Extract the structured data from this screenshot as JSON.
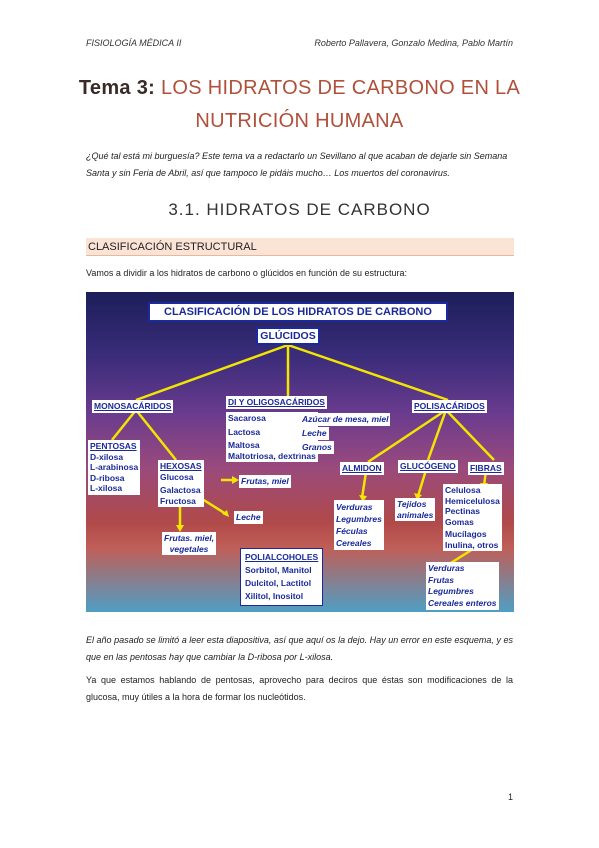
{
  "header": {
    "left": "FISIOLOGÍA MÉDICA II",
    "right": "Roberto Pallavera, Gonzalo Medina, Pablo Martín"
  },
  "title": {
    "tema": "Tema 3:",
    "rest": "LOS HIDRATOS DE CARBONO EN LA NUTRICIÓN HUMANA"
  },
  "intro": "¿Qué tal está mi burguesía? Este tema va a redactarlo un Sevillano al que acaban de dejarle sin Semana Santa y sin Feria de Abril, así que tampoco le pidáis mucho… Los muertos del coronavirus.",
  "section_heading": "3.1. HIDRATOS DE CARBONO",
  "subsection": "CLASIFICACIÓN ESTRUCTURAL",
  "paragraph1": "Vamos a dividir a los hidratos de carbono o glúcidos en función de su estructura:",
  "diagram": {
    "title": "CLASIFICACIÓN DE LOS HIDRATOS DE CARBONO",
    "root": "GLÚCIDOS",
    "mono": "MONOSACÁRIDOS",
    "dioligo": "DI Y OLIGOSACÁRIDOS",
    "poli": "POLISACÁRIDOS",
    "pentosas": "PENTOSAS",
    "pentosas_items": [
      "D-xilosa",
      "L-arabinosa",
      "D-ribosa",
      "L-xilosa"
    ],
    "hexosas": "HEXOSAS",
    "hexosas_items": [
      "Glucosa",
      "Galactosa",
      "Fructosa"
    ],
    "frutas_miel": "Frutas, miel",
    "leche_hex": "Leche",
    "frutas_miel_veg": [
      "Frutas. miel,",
      "vegetales"
    ],
    "di_items": [
      "Sacarosa",
      "Lactosa",
      "Maltosa",
      "Maltotriosa, dextrinas"
    ],
    "di_sources": [
      "Azúcar de mesa, miel",
      "Leche",
      "Granos"
    ],
    "polialcoholes": [
      "POLIALCOHOLES",
      "Sorbitol, Manitol",
      "Dulcitol, Lactitol",
      "Xilitol, Inositol"
    ],
    "almidon": "ALMIDON",
    "glucogeno": "GLUCÓGENO",
    "fibras": "FIBRAS",
    "almidon_sources": [
      "Verduras",
      "Legumbres",
      "Féculas",
      "Cereales"
    ],
    "glucogeno_sources": [
      "Tejidos",
      "animales"
    ],
    "fibras_items": [
      "Celulosa",
      "Hemicelulosa",
      "Pectinas",
      "Gomas",
      "Mucílagos",
      "Inulina, otros"
    ],
    "fibras_sources": [
      "Verduras",
      "Frutas",
      "Legumbres",
      "Cereales enteros"
    ]
  },
  "paragraph2": "El año pasado se limitó a leer esta diapositiva, así que aquí os la dejo. Hay un error en este esquema, y es que en las pentosas hay que cambiar la D-ribosa por L-xilosa.",
  "paragraph3": "Ya que estamos hablando de pentosas, aprovecho para deciros que éstas son modificaciones de la glucosa, muy útiles a la hora de formar los nucleótidos.",
  "page_number": "1"
}
